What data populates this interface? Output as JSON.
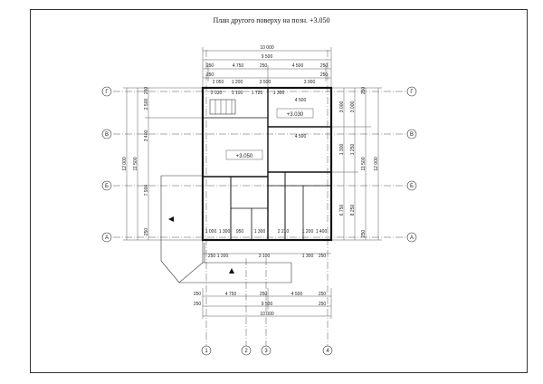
{
  "title": "План другого поверху на позн. +3.050",
  "top_dims": {
    "overall": "10 000",
    "row2": "9 500",
    "row3": [
      "250",
      "4 750",
      "250",
      "4 500",
      "250"
    ],
    "row4": [
      "250",
      "2 050",
      "1 200",
      "3 500",
      "3 000",
      "250"
    ]
  },
  "bottom_dims": {
    "row1": [
      "250",
      "4 750",
      "250",
      "4 500",
      "250"
    ],
    "row2": [
      "250",
      "9 500",
      "250"
    ],
    "overall": "10 000"
  },
  "left_dims": {
    "overall": "12 000",
    "mid": "11 500",
    "segments": [
      "250",
      "2 500",
      "3 400",
      "7 900",
      "250"
    ]
  },
  "right_dims": {
    "overall": "12 000",
    "mid": "11 500",
    "segments": [
      "250",
      "3 000",
      "3 000",
      "1 300",
      "1 250",
      "6 750",
      "8 250",
      "250"
    ]
  },
  "level_marks": [
    "+3.030",
    "+3.050"
  ],
  "axes_rows": [
    "Г",
    "В",
    "Б",
    "А"
  ],
  "axes_cols": [
    "1",
    "2",
    "3",
    "4"
  ],
  "room_dims": {
    "top_left": [
      "2 030",
      "1 100",
      "1 720",
      "1 300"
    ],
    "top_right": [
      "4 500"
    ],
    "mid_right": [
      "4 500"
    ],
    "bottom_row": [
      "1 000",
      "1 300",
      "950",
      "1 300",
      "2 210",
      "1 200",
      "1 400"
    ],
    "bottom_outer": [
      "250",
      "1 200",
      "3 100",
      "1 300",
      "250"
    ]
  }
}
